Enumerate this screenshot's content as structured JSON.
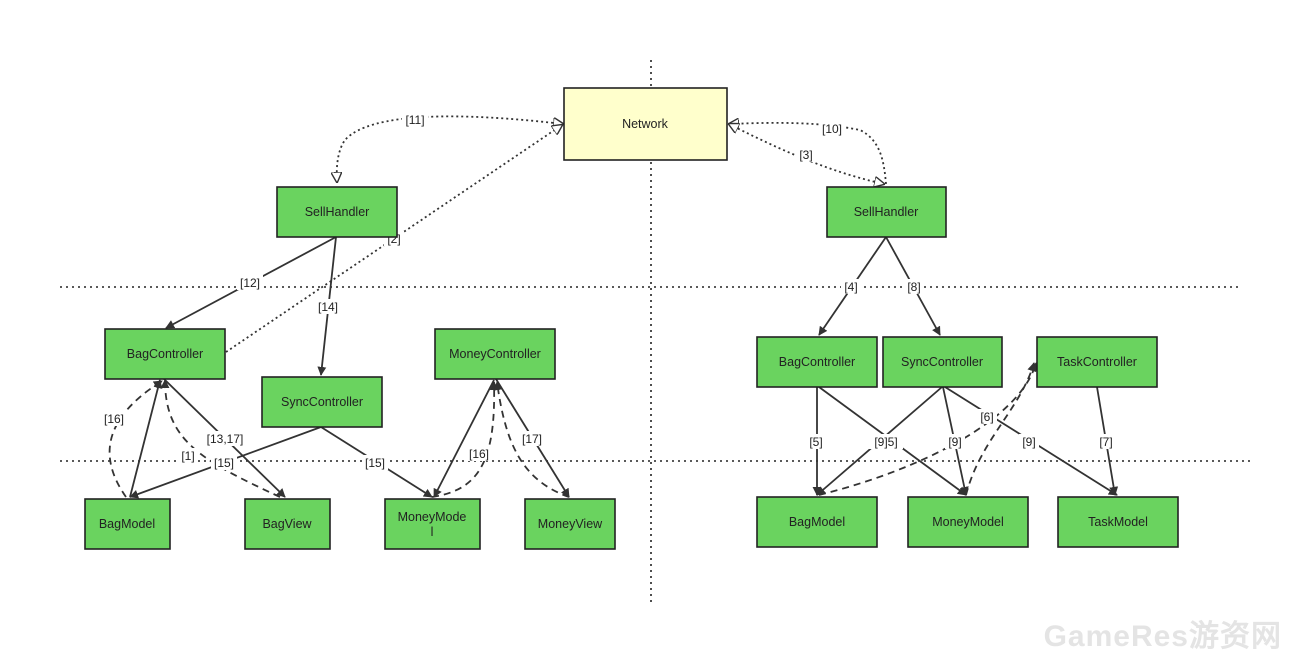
{
  "colors": {
    "node_fill": "#6ad35f",
    "network_fill": "#ffffcc",
    "line": "#333333"
  },
  "nodes": {
    "network": "Network",
    "left_sell_handler": "SellHandler",
    "left_bag_controller": "BagController",
    "left_sync_controller": "SyncController",
    "left_money_controller": "MoneyController",
    "left_bag_model": "BagModel",
    "left_bag_view": "BagView",
    "left_money_model": [
      "MoneyMode",
      "l"
    ],
    "left_money_view": "MoneyView",
    "right_sell_handler": "SellHandler",
    "right_bag_controller": "BagController",
    "right_sync_controller": "SyncController",
    "right_task_controller": "TaskController",
    "right_bag_model": "BagModel",
    "right_money_model": "MoneyModel",
    "right_task_model": "TaskModel"
  },
  "edges": {
    "e11": "[11]",
    "e2": "[2]",
    "e12": "[12]",
    "e14": "[14]",
    "e16a": "[16]",
    "e13_17": "[13,17]",
    "e1": "[1]",
    "e15a": "[15]",
    "e15b": "[15]",
    "e16b": "[16]",
    "e17": "[17]",
    "e10": "[10]",
    "e3": "[3]",
    "e4": "[4]",
    "e8": "[8]",
    "e5a": "[5]",
    "e9_5": "[9]5]",
    "e9a": "[9]",
    "e6": "[6]",
    "e9b": "[9]",
    "e7": "[7]"
  },
  "watermark": "GameRes游资网"
}
